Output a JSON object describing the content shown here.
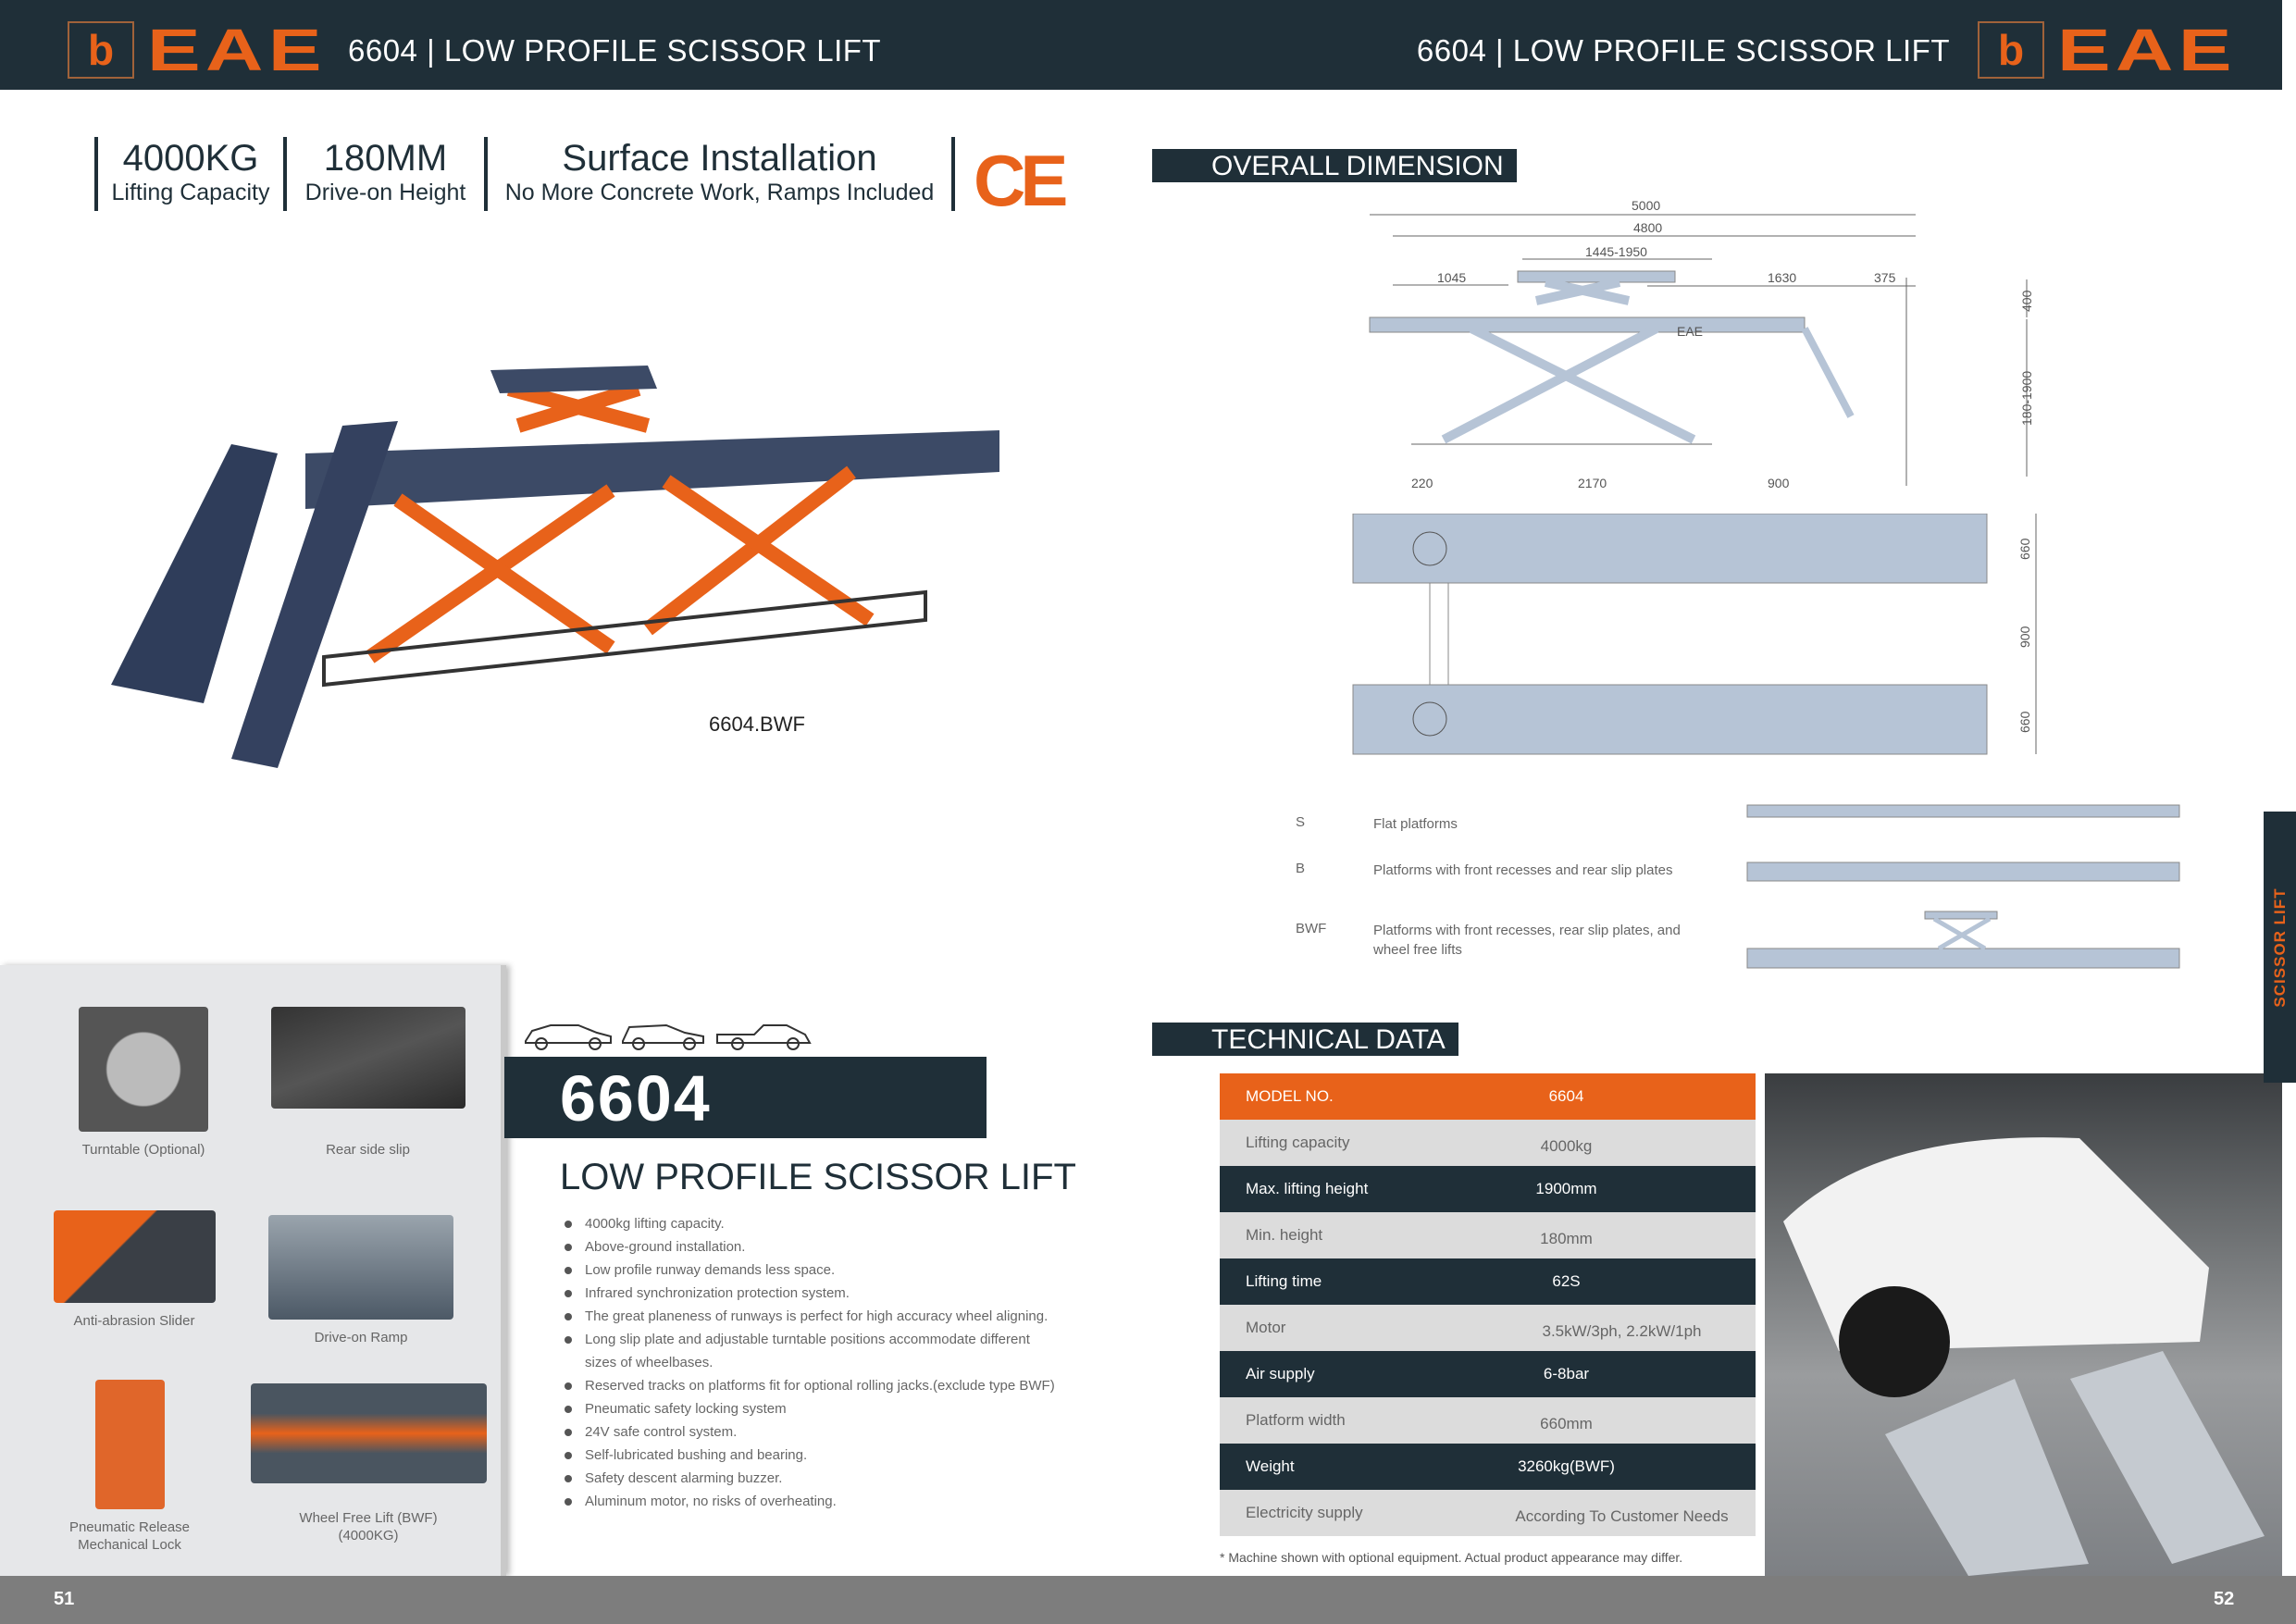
{
  "header": {
    "brand": "EAE",
    "logo_glyph": "b",
    "left_title": "6604 | LOW PROFILE SCISSOR LIFT",
    "right_title": "6604 | LOW PROFILE SCISSOR LIFT"
  },
  "stats": [
    {
      "value": "4000KG",
      "label": "Lifting Capacity"
    },
    {
      "value": "180MM",
      "label": "Drive-on Height"
    },
    {
      "value": "Surface  Installation",
      "label": "No More Concrete Work, Ramps Included"
    }
  ],
  "ce_mark": "CE",
  "product_image_label": "6604.BWF",
  "overall_dimension": {
    "title": "OVERALL DIMENSION",
    "dims": {
      "total": "5000",
      "platform": "4800",
      "wfl": "1445-1950",
      "front": "1045",
      "rear": "1630",
      "slip": "375",
      "wfl_h": "400",
      "height": "180-1900",
      "base_l": "220",
      "base_m": "2170",
      "base_r": "900",
      "width1": "660",
      "gap": "900",
      "width2": "660",
      "plate_brand": "EAE"
    }
  },
  "variants": [
    {
      "code": "S",
      "desc": "Flat platforms"
    },
    {
      "code": "B",
      "desc": "Platforms with front recesses and rear slip plates"
    },
    {
      "code": "BWF",
      "desc": "Platforms with front recesses, rear slip plates, and wheel free lifts"
    }
  ],
  "technical_data": {
    "title": "TECHNICAL DATA",
    "rows": [
      {
        "key": "MODEL NO.",
        "value": "6604"
      },
      {
        "key": "Lifting capacity",
        "value": "4000kg"
      },
      {
        "key": "Max. lifting height",
        "value": "1900mm"
      },
      {
        "key": "Min. height",
        "value": "180mm"
      },
      {
        "key": "Lifting time",
        "value": "62S"
      },
      {
        "key": "Motor",
        "value": "3.5kW/3ph, 2.2kW/1ph"
      },
      {
        "key": "Air supply",
        "value": "6-8bar"
      },
      {
        "key": "Platform width",
        "value": "660mm"
      },
      {
        "key": "Weight",
        "value": "3260kg(BWF)"
      },
      {
        "key": "Electricity supply",
        "value": "According To Customer Needs"
      }
    ],
    "footnote": "* Machine shown with optional equipment. Actual product appearance may differ."
  },
  "side_tab": "SCISSOR LIFT",
  "accessories": [
    {
      "label": "Turntable (Optional)"
    },
    {
      "label": "Rear side slip"
    },
    {
      "label": "Anti-abrasion Slider"
    },
    {
      "label": "Drive-on Ramp"
    },
    {
      "label": "Pneumatic Release\nMechanical Lock"
    },
    {
      "label": "Wheel Free Lift (BWF)\n(4000KG)"
    }
  ],
  "product": {
    "model": "6604",
    "title": "LOW PROFILE SCISSOR LIFT",
    "features": [
      "4000kg lifting capacity.",
      "Above-ground installation.",
      "Low profile runway demands less space.",
      "Infrared synchronization protection system.",
      "The great planeness of runways is perfect for high accuracy wheel aligning.",
      "Long slip plate and adjustable turntable positions accommodate different sizes of wheelbases.",
      "Reserved tracks on platforms fit for optional rolling jacks.(exclude type BWF)",
      "Pneumatic safety locking system",
      "24V safe control system.",
      "Self-lubricated bushing and bearing.",
      "Safety descent  alarming buzzer.",
      "Aluminum motor, no risks of overheating."
    ]
  },
  "footer": {
    "left_page": "51",
    "right_page": "52"
  },
  "colors": {
    "dark": "#1f2f38",
    "accent": "#e8621a",
    "footer": "#7d7d7d"
  }
}
